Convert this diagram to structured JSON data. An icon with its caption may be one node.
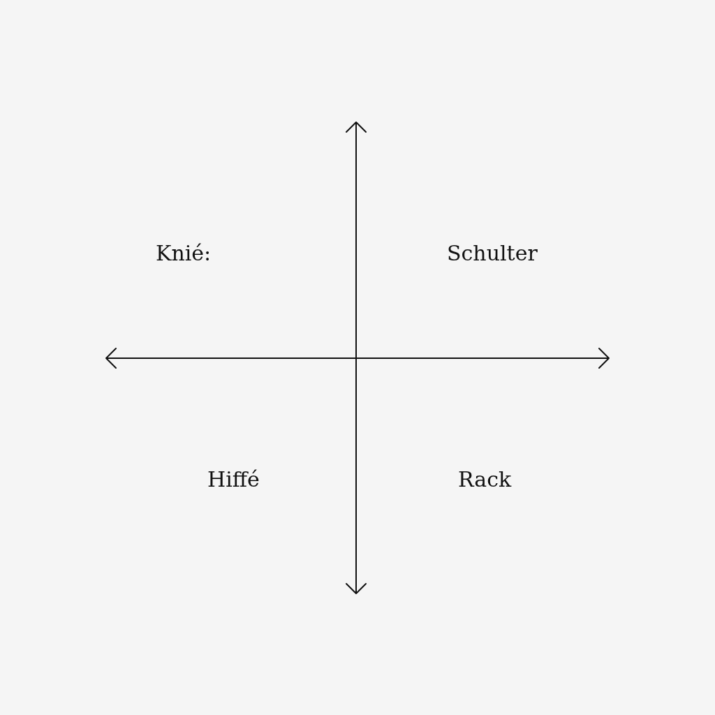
{
  "diagram": {
    "labels": [
      "Knié:",
      "Schulter",
      "Hiffé",
      "Rack"
    ]
  }
}
